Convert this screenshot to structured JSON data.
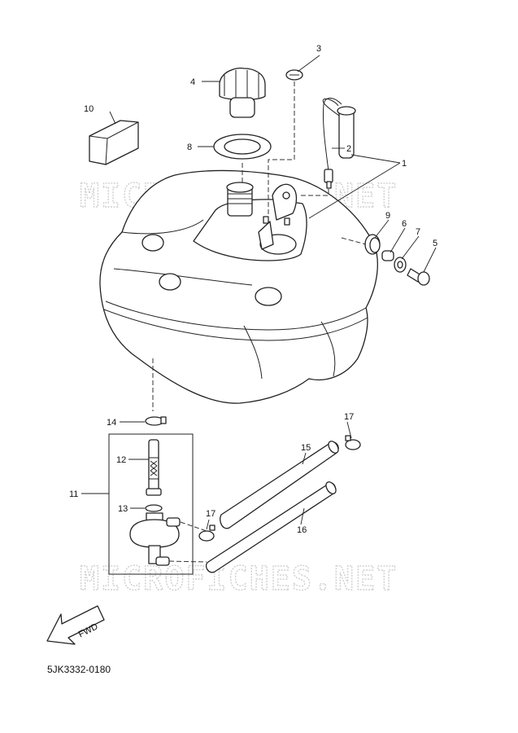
{
  "watermark": "MICROFICHES.NET",
  "diagram_code": "5JK3332-0180",
  "fwd_label": "FWD",
  "callouts": {
    "c1": "1",
    "c2": "2",
    "c3": "3",
    "c4": "4",
    "c5": "5",
    "c6": "6",
    "c7": "7",
    "c8": "8",
    "c9": "9",
    "c10": "10",
    "c11": "11",
    "c12": "12",
    "c13": "13",
    "c14": "14",
    "c15": "15",
    "c16": "16",
    "c17a": "17",
    "c17b": "17"
  }
}
